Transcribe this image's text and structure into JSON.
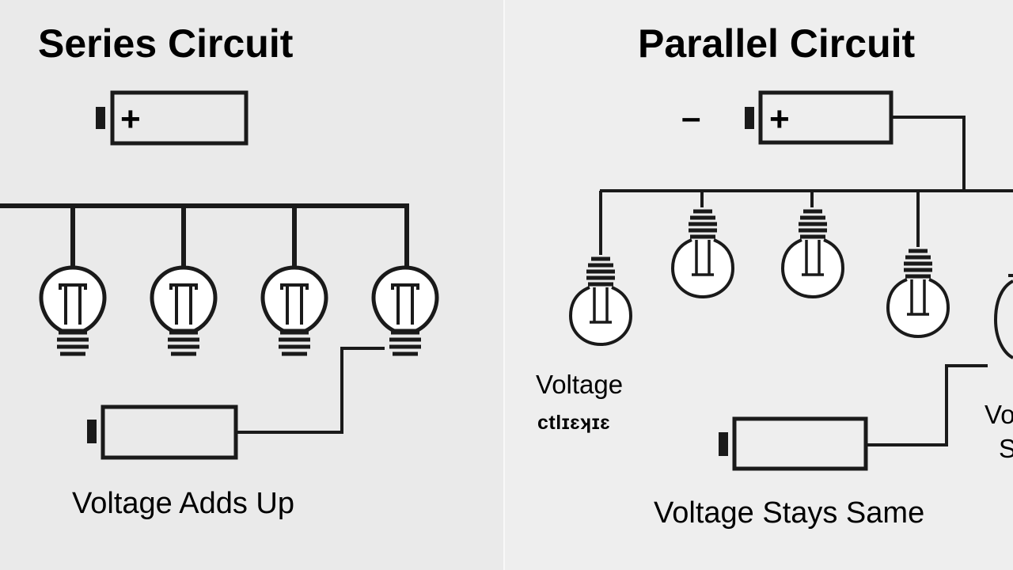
{
  "left": {
    "title": "Series Circuit",
    "caption": "Voltage Adds Up"
  },
  "right": {
    "title": "Parallel Circuit",
    "minus_sign": "–",
    "side_label": "Voltage",
    "side_label_garbled": "ctlɪɛʞɪɛ",
    "cut_label_a": "Vo",
    "cut_label_b": "S",
    "caption": "Voltage Stays Same"
  },
  "battery_plus": "+",
  "icons": {
    "battery": "battery-icon",
    "bulb": "light-bulb-icon"
  },
  "colors": {
    "ink": "#1a1a1a",
    "background": "#ececec"
  }
}
